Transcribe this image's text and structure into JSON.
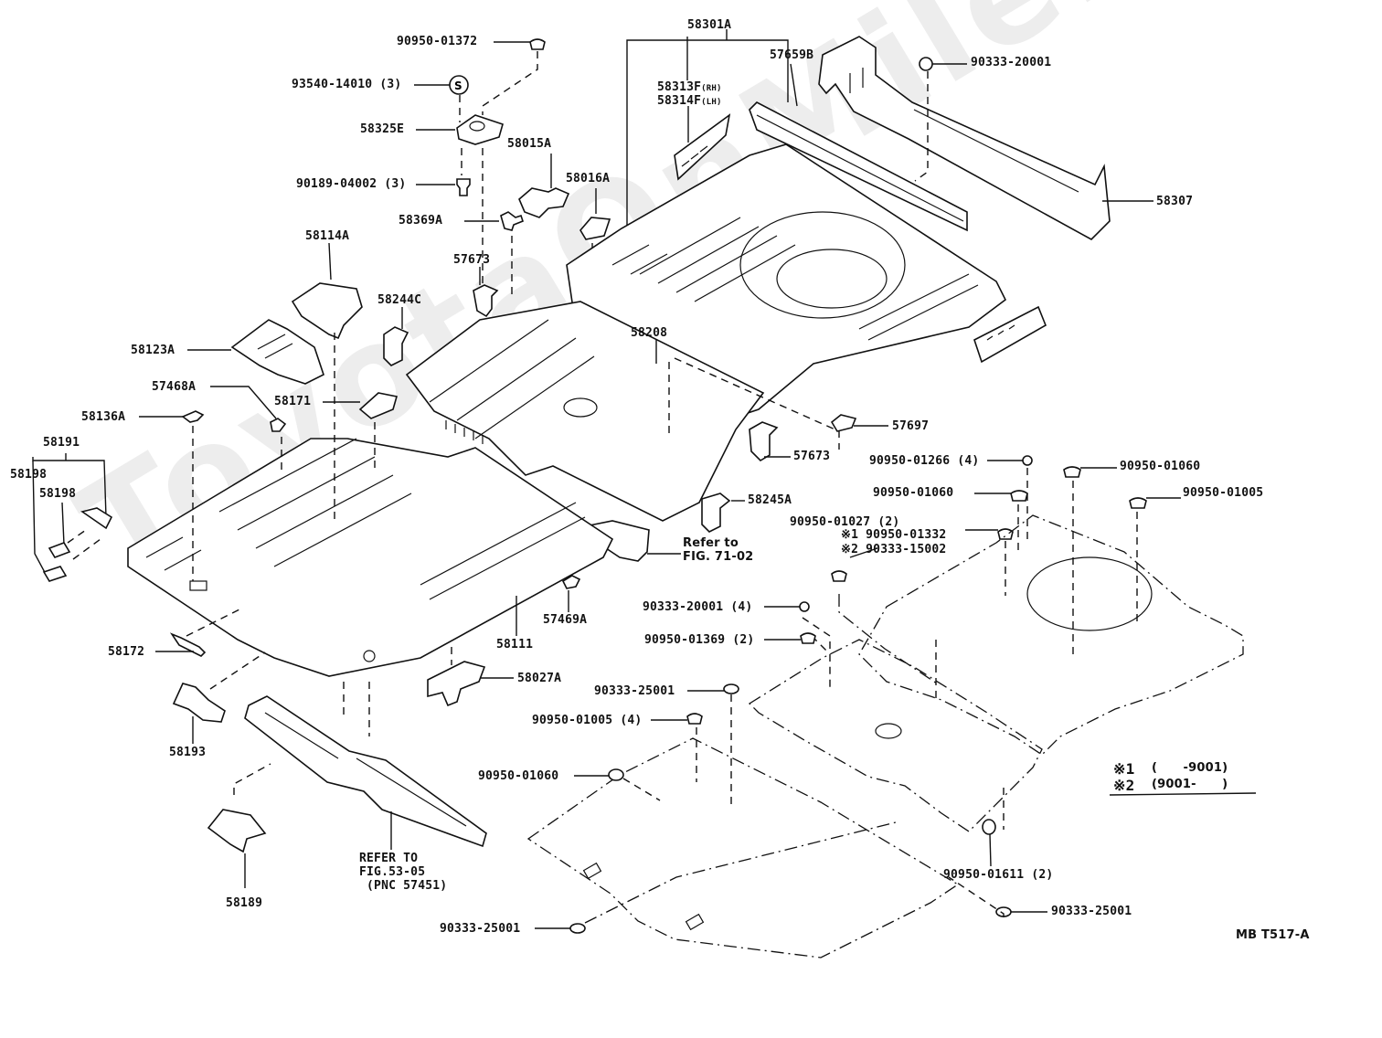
{
  "diagram": {
    "watermark": "ToyotaOnMile.ru",
    "figure_code": "MB T517-A",
    "footnote": {
      "note1_mark": "※1",
      "note1_range": "(      -9001)",
      "note2_mark": "※2",
      "note2_range": "(9001-      )"
    },
    "labels": {
      "p90950_01372": "90950-01372",
      "p93540_14010": "93540-14010 (3)",
      "p58325E": "58325E",
      "p90189_04002": "90189-04002 (3)",
      "p58015A": "58015A",
      "p58016A": "58016A",
      "p58369A": "58369A",
      "p58301A": "58301A",
      "p58313F": "58313F",
      "p58313F_side": "(RH)",
      "p58314F": "58314F",
      "p58314F_side": "(LH)",
      "p57659B": "57659B",
      "p90333_20001_top": "90333-20001",
      "p58307": "58307",
      "p58114A": "58114A",
      "p57673_a": "57673",
      "p58244C": "58244C",
      "p58208": "58208",
      "p58123A": "58123A",
      "p57468A": "57468A",
      "p58171": "58171",
      "p58136A": "58136A",
      "p57697": "57697",
      "p57673_b": "57673",
      "p58191": "58191",
      "p58198_a": "58198",
      "p58198_b": "58198",
      "p90950_01266": "90950-01266 (4)",
      "p90950_01060_a": "90950-01060",
      "p90950_01060_b": "90950-01060",
      "p90950_01005_a": "90950-01005",
      "p58245A": "58245A",
      "refer_71_02": "Refer to\nFIG. 71-02",
      "p90950_01027": "90950-01027 (2)",
      "note1_label": "※1 90950-01332",
      "note2_label": "※2 90333-15002",
      "p57469A": "57469A",
      "p58111": "58111",
      "p90333_20001_4": "90333-20001 (4)",
      "p90950_01369": "90950-01369 (2)",
      "p58172": "58172",
      "p58027A": "58027A",
      "p90333_25001_a": "90333-25001",
      "p90950_01005_4": "90950-01005 (4)",
      "p58193": "58193",
      "p90950_01060_c": "90950-01060",
      "refer_53_05": "REFER TO\nFIG.53-05\n (PNC 57451)",
      "p58189": "58189",
      "p90950_01611": "90950-01611 (2)",
      "p90333_25001_b": "90333-25001",
      "p90333_25001_c": "90333-25001"
    }
  }
}
